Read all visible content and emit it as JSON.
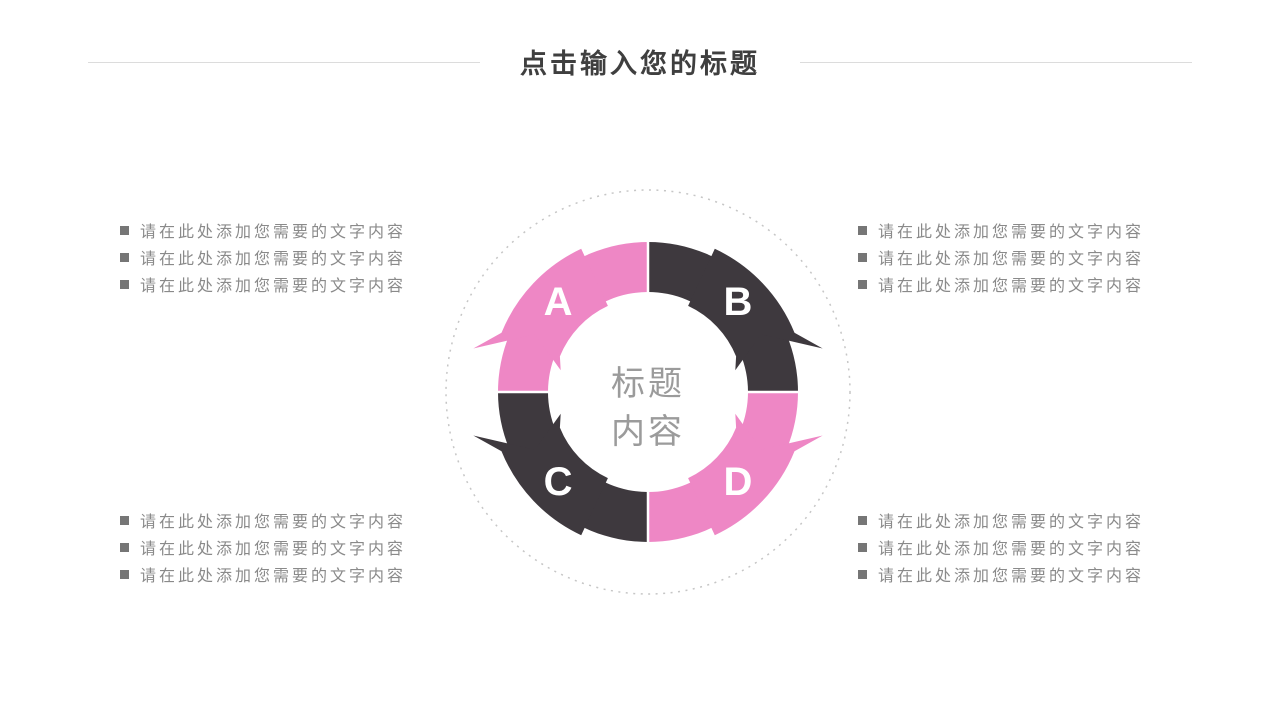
{
  "title": "点击输入您的标题",
  "diagram": {
    "center_line1": "标题",
    "center_line2": "内容",
    "segments": [
      {
        "id": "A",
        "label": "A",
        "color": "#EE87C5"
      },
      {
        "id": "B",
        "label": "B",
        "color": "#3E393E"
      },
      {
        "id": "C",
        "label": "C",
        "color": "#3E393E"
      },
      {
        "id": "D",
        "label": "D",
        "color": "#EE87C5"
      }
    ]
  },
  "text_blocks": {
    "top_left": {
      "items": [
        "请在此处添加您需要的文字内容",
        "请在此处添加您需要的文字内容",
        "请在此处添加您需要的文字内容"
      ]
    },
    "top_right": {
      "items": [
        "请在此处添加您需要的文字内容",
        "请在此处添加您需要的文字内容",
        "请在此处添加您需要的文字内容"
      ]
    },
    "bottom_left": {
      "items": [
        "请在此处添加您需要的文字内容",
        "请在此处添加您需要的文字内容",
        "请在此处添加您需要的文字内容"
      ]
    },
    "bottom_right": {
      "items": [
        "请在此处添加您需要的文字内容",
        "请在此处添加您需要的文字内容",
        "请在此处添加您需要的文字内容"
      ]
    }
  },
  "colors": {
    "pink": "#EE87C5",
    "dark": "#3E393E",
    "title_text": "#3F3F3F",
    "body_text": "#8A8A8A",
    "bullet": "#767676",
    "divider": "#DCDCDC",
    "dotted_circle": "#C6C6C6",
    "center_text": "#9B9B9B",
    "segment_label_text": "#FFFFFF"
  }
}
